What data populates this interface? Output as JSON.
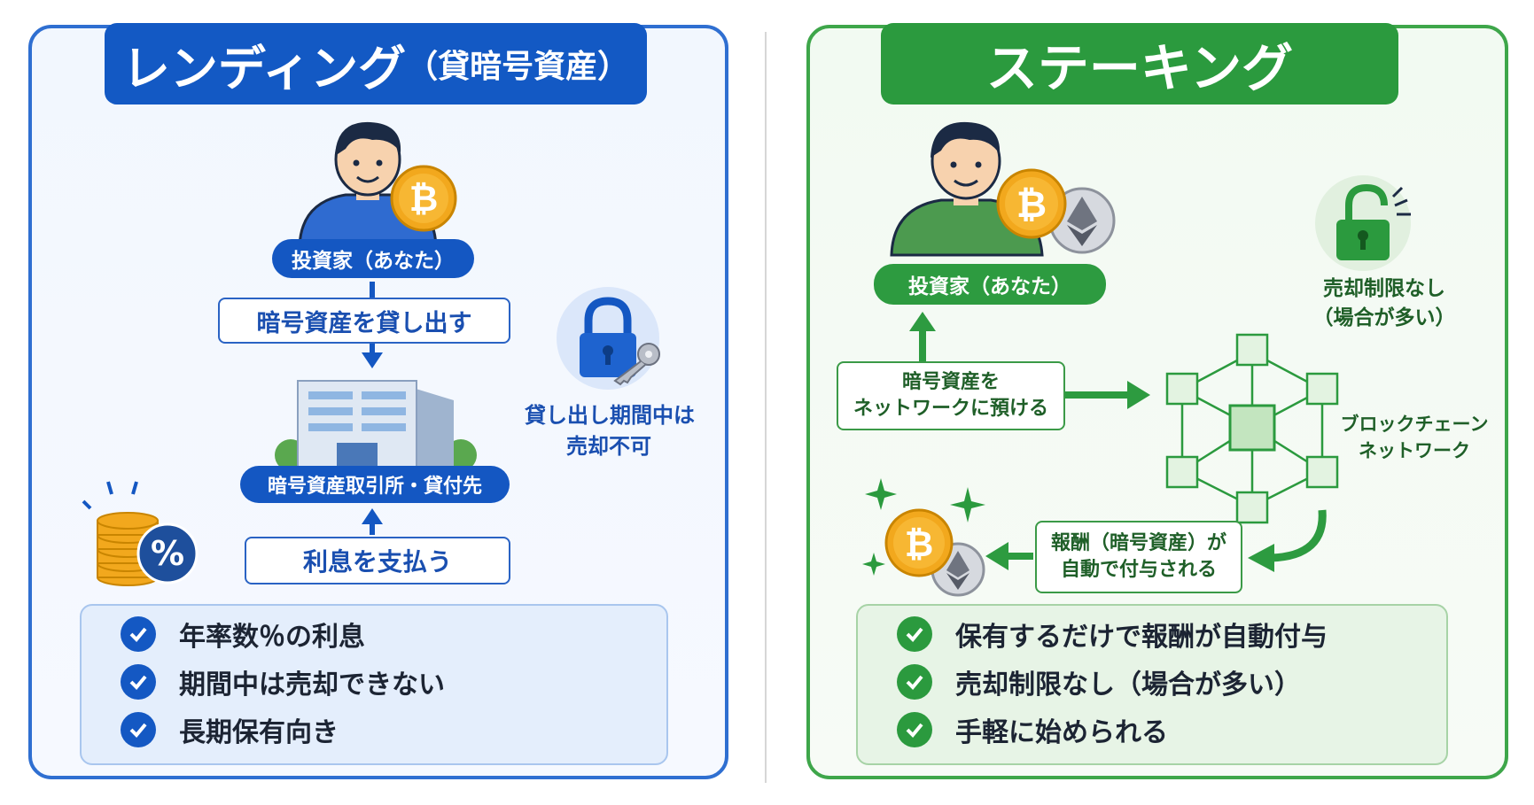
{
  "lending": {
    "title_main": "レンディング",
    "title_sub": "（貸暗号資産）",
    "investor_label": "投資家（あなた）",
    "lend_label": "暗号資産を貸し出す",
    "exchange_label": "暗号資産取引所・貸付先",
    "interest_label": "利息を支払う",
    "lock_note_line1": "貸し出し期間中は",
    "lock_note_line2": "売却不可",
    "percent_symbol": "%",
    "points": [
      "年率数％の利息",
      "期間中は売却できない",
      "長期保有向き"
    ]
  },
  "staking": {
    "title": "ステーキング",
    "investor_label": "投資家（あなた）",
    "unlock_note_line1": "売却制限なし",
    "unlock_note_line2": "（場合が多い）",
    "deposit_line1": "暗号資産を",
    "deposit_line2": "ネットワークに預ける",
    "network_line1": "ブロックチェーン",
    "network_line2": "ネットワーク",
    "reward_line1": "報酬（暗号資産）が",
    "reward_line2": "自動で付与される",
    "points": [
      "保有するだけで報酬が自動付与",
      "売却制限なし（場合が多い）",
      "手軽に始められる"
    ]
  },
  "colors": {
    "lending_accent": "#1359c4",
    "staking_accent": "#2b9a3e",
    "bitcoin": "#f2a81d",
    "ethereum": "#c9ccd3"
  },
  "icons": [
    "person-icon",
    "bitcoin-coin-icon",
    "ethereum-coin-icon",
    "padlock-icon",
    "key-icon",
    "building-icon",
    "coin-stack-icon",
    "percent-badge-icon",
    "open-padlock-icon",
    "blockchain-cubes-icon",
    "sparkle-icon",
    "check-icon",
    "arrow-icon"
  ]
}
